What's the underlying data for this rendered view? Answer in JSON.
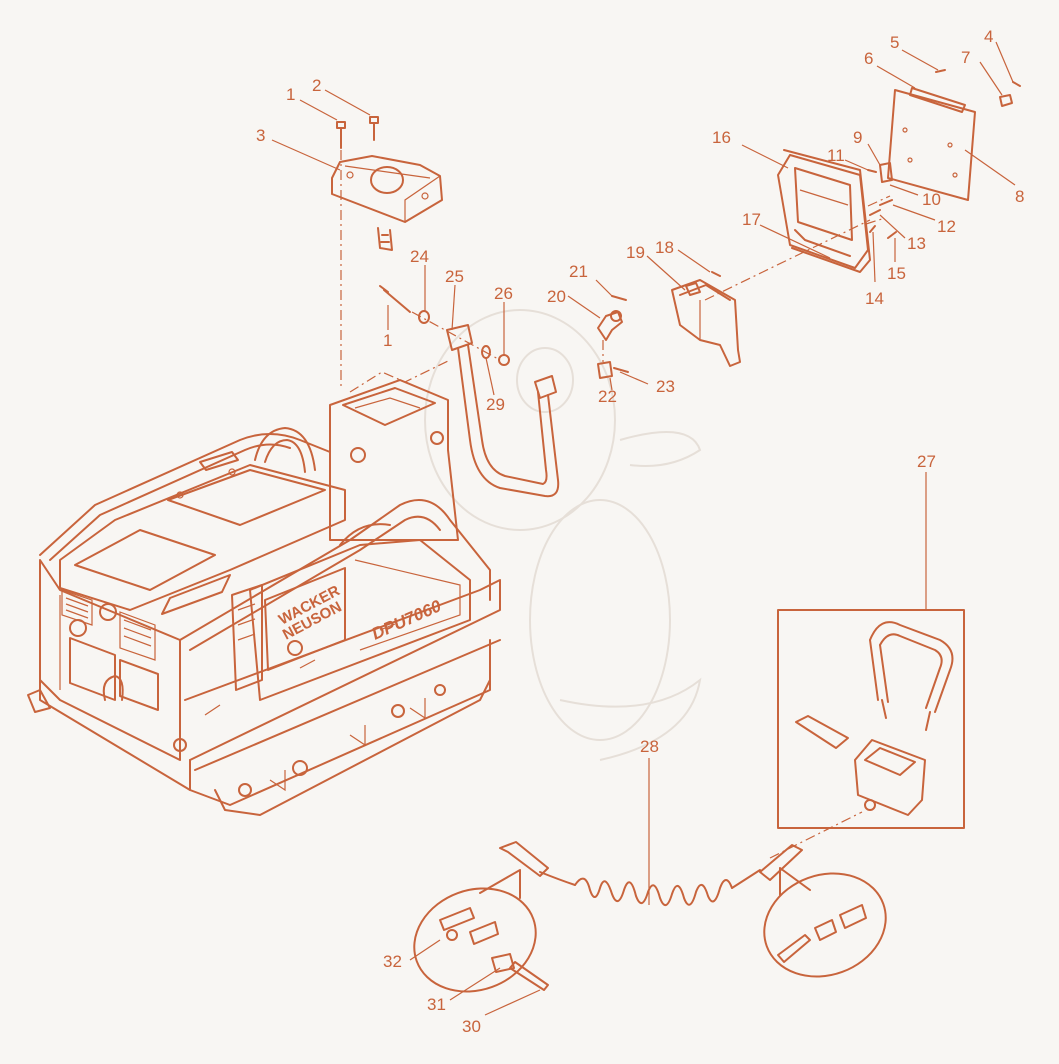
{
  "callouts": {
    "c1a": "1",
    "c1b": "1",
    "c2": "2",
    "c3": "3",
    "c4": "4",
    "c5": "5",
    "c6": "6",
    "c7": "7",
    "c8": "8",
    "c9": "9",
    "c10": "10",
    "c11": "11",
    "c12": "12",
    "c13": "13",
    "c14": "14",
    "c15": "15",
    "c16": "16",
    "c17": "17",
    "c18": "18",
    "c19": "19",
    "c20": "20",
    "c21": "21",
    "c22": "22",
    "c23": "23",
    "c24": "24",
    "c25": "25",
    "c26": "26",
    "c27": "27",
    "c28": "28",
    "c29": "29",
    "c30": "30",
    "c31": "31",
    "c32": "32"
  },
  "machine": {
    "brand_line1": "WACKER",
    "brand_line2": "NEUSON",
    "model": "DPU7060"
  },
  "colors": {
    "line": "#c8643c",
    "background": "#f8f6f3",
    "watermark": "#e6dfd8"
  }
}
